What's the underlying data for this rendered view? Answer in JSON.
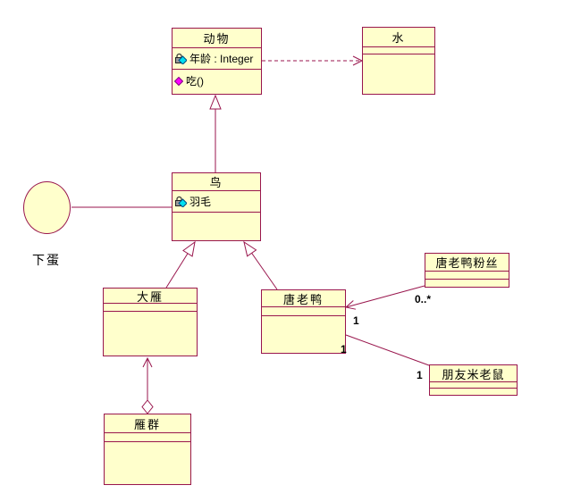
{
  "diagram": {
    "background_color": "#FFFFFF",
    "box_fill_color": "#FFFFCC",
    "line_color": "#99164D",
    "text_color": "#000000",
    "attribute_icon": "lock-with-cyan-diamond",
    "operation_icon": "magenta-diamond"
  },
  "classes": [
    {
      "id": "animal",
      "name": "动物",
      "attributes": [
        {
          "text": "年龄 : Integer",
          "icon": "lock-cyan-diamond"
        }
      ],
      "operations": [
        {
          "text": "吃()",
          "icon": "magenta-diamond"
        }
      ]
    },
    {
      "id": "water",
      "name": "水",
      "attributes": [],
      "operations": []
    },
    {
      "id": "bird",
      "name": "鸟",
      "attributes": [
        {
          "text": "羽毛",
          "icon": "lock-cyan-diamond"
        }
      ],
      "operations": []
    },
    {
      "id": "goose",
      "name": "大雁",
      "attributes": [],
      "operations": []
    },
    {
      "id": "donald-duck",
      "name": "唐老鸭",
      "attributes": [],
      "operations": []
    },
    {
      "id": "donald-duck-fans",
      "name": "唐老鸭粉丝",
      "attributes": [],
      "operations": []
    },
    {
      "id": "friend-mickey",
      "name": "朋友米老鼠",
      "attributes": [],
      "operations": []
    },
    {
      "id": "goose-flock",
      "name": "雁群",
      "attributes": [],
      "operations": []
    }
  ],
  "usecase": {
    "label": "下蛋"
  },
  "relationships": [
    {
      "type": "dependency",
      "from": "动物",
      "to": "水",
      "style": "dashed-open-arrow"
    },
    {
      "type": "generalization",
      "from": "鸟",
      "to": "动物"
    },
    {
      "type": "association",
      "from": "下蛋",
      "to": "鸟"
    },
    {
      "type": "generalization",
      "from": "大雁",
      "to": "鸟"
    },
    {
      "type": "generalization",
      "from": "唐老鸭",
      "to": "鸟"
    },
    {
      "type": "aggregation",
      "from": "雁群",
      "to": "大雁",
      "diamond_end": "雁群",
      "arrow_end": "大雁"
    },
    {
      "type": "association",
      "from": "唐老鸭粉丝",
      "to": "唐老鸭",
      "from_multiplicity": "0..*",
      "to_multiplicity": "1",
      "arrow_end": "唐老鸭"
    },
    {
      "type": "association",
      "from": "唐老鸭",
      "to": "朋友米老鼠",
      "from_multiplicity": "1",
      "to_multiplicity": "1"
    }
  ]
}
